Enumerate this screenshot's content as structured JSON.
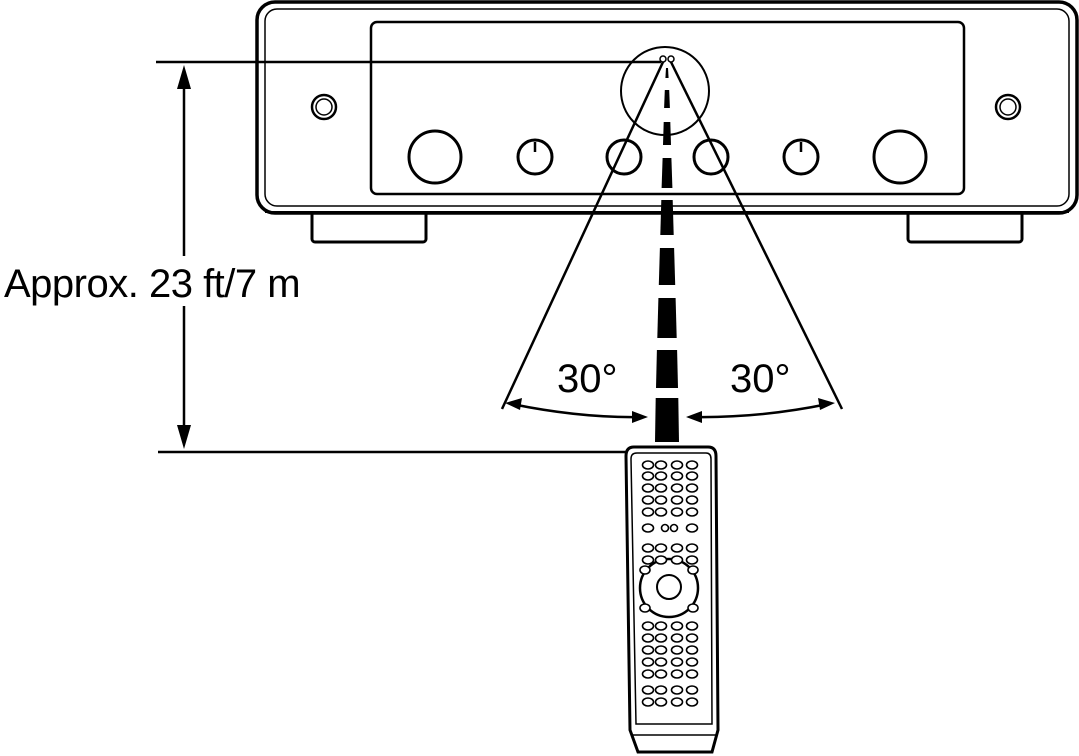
{
  "diagram": {
    "distance_label": "Approx. 23 ft/7 m",
    "angle_left_label": "30°",
    "angle_right_label": "30°",
    "colors": {
      "line": "#000000",
      "background": "#ffffff"
    },
    "icons": {
      "amplifier": "amplifier-front-panel",
      "remote": "remote-control"
    }
  }
}
